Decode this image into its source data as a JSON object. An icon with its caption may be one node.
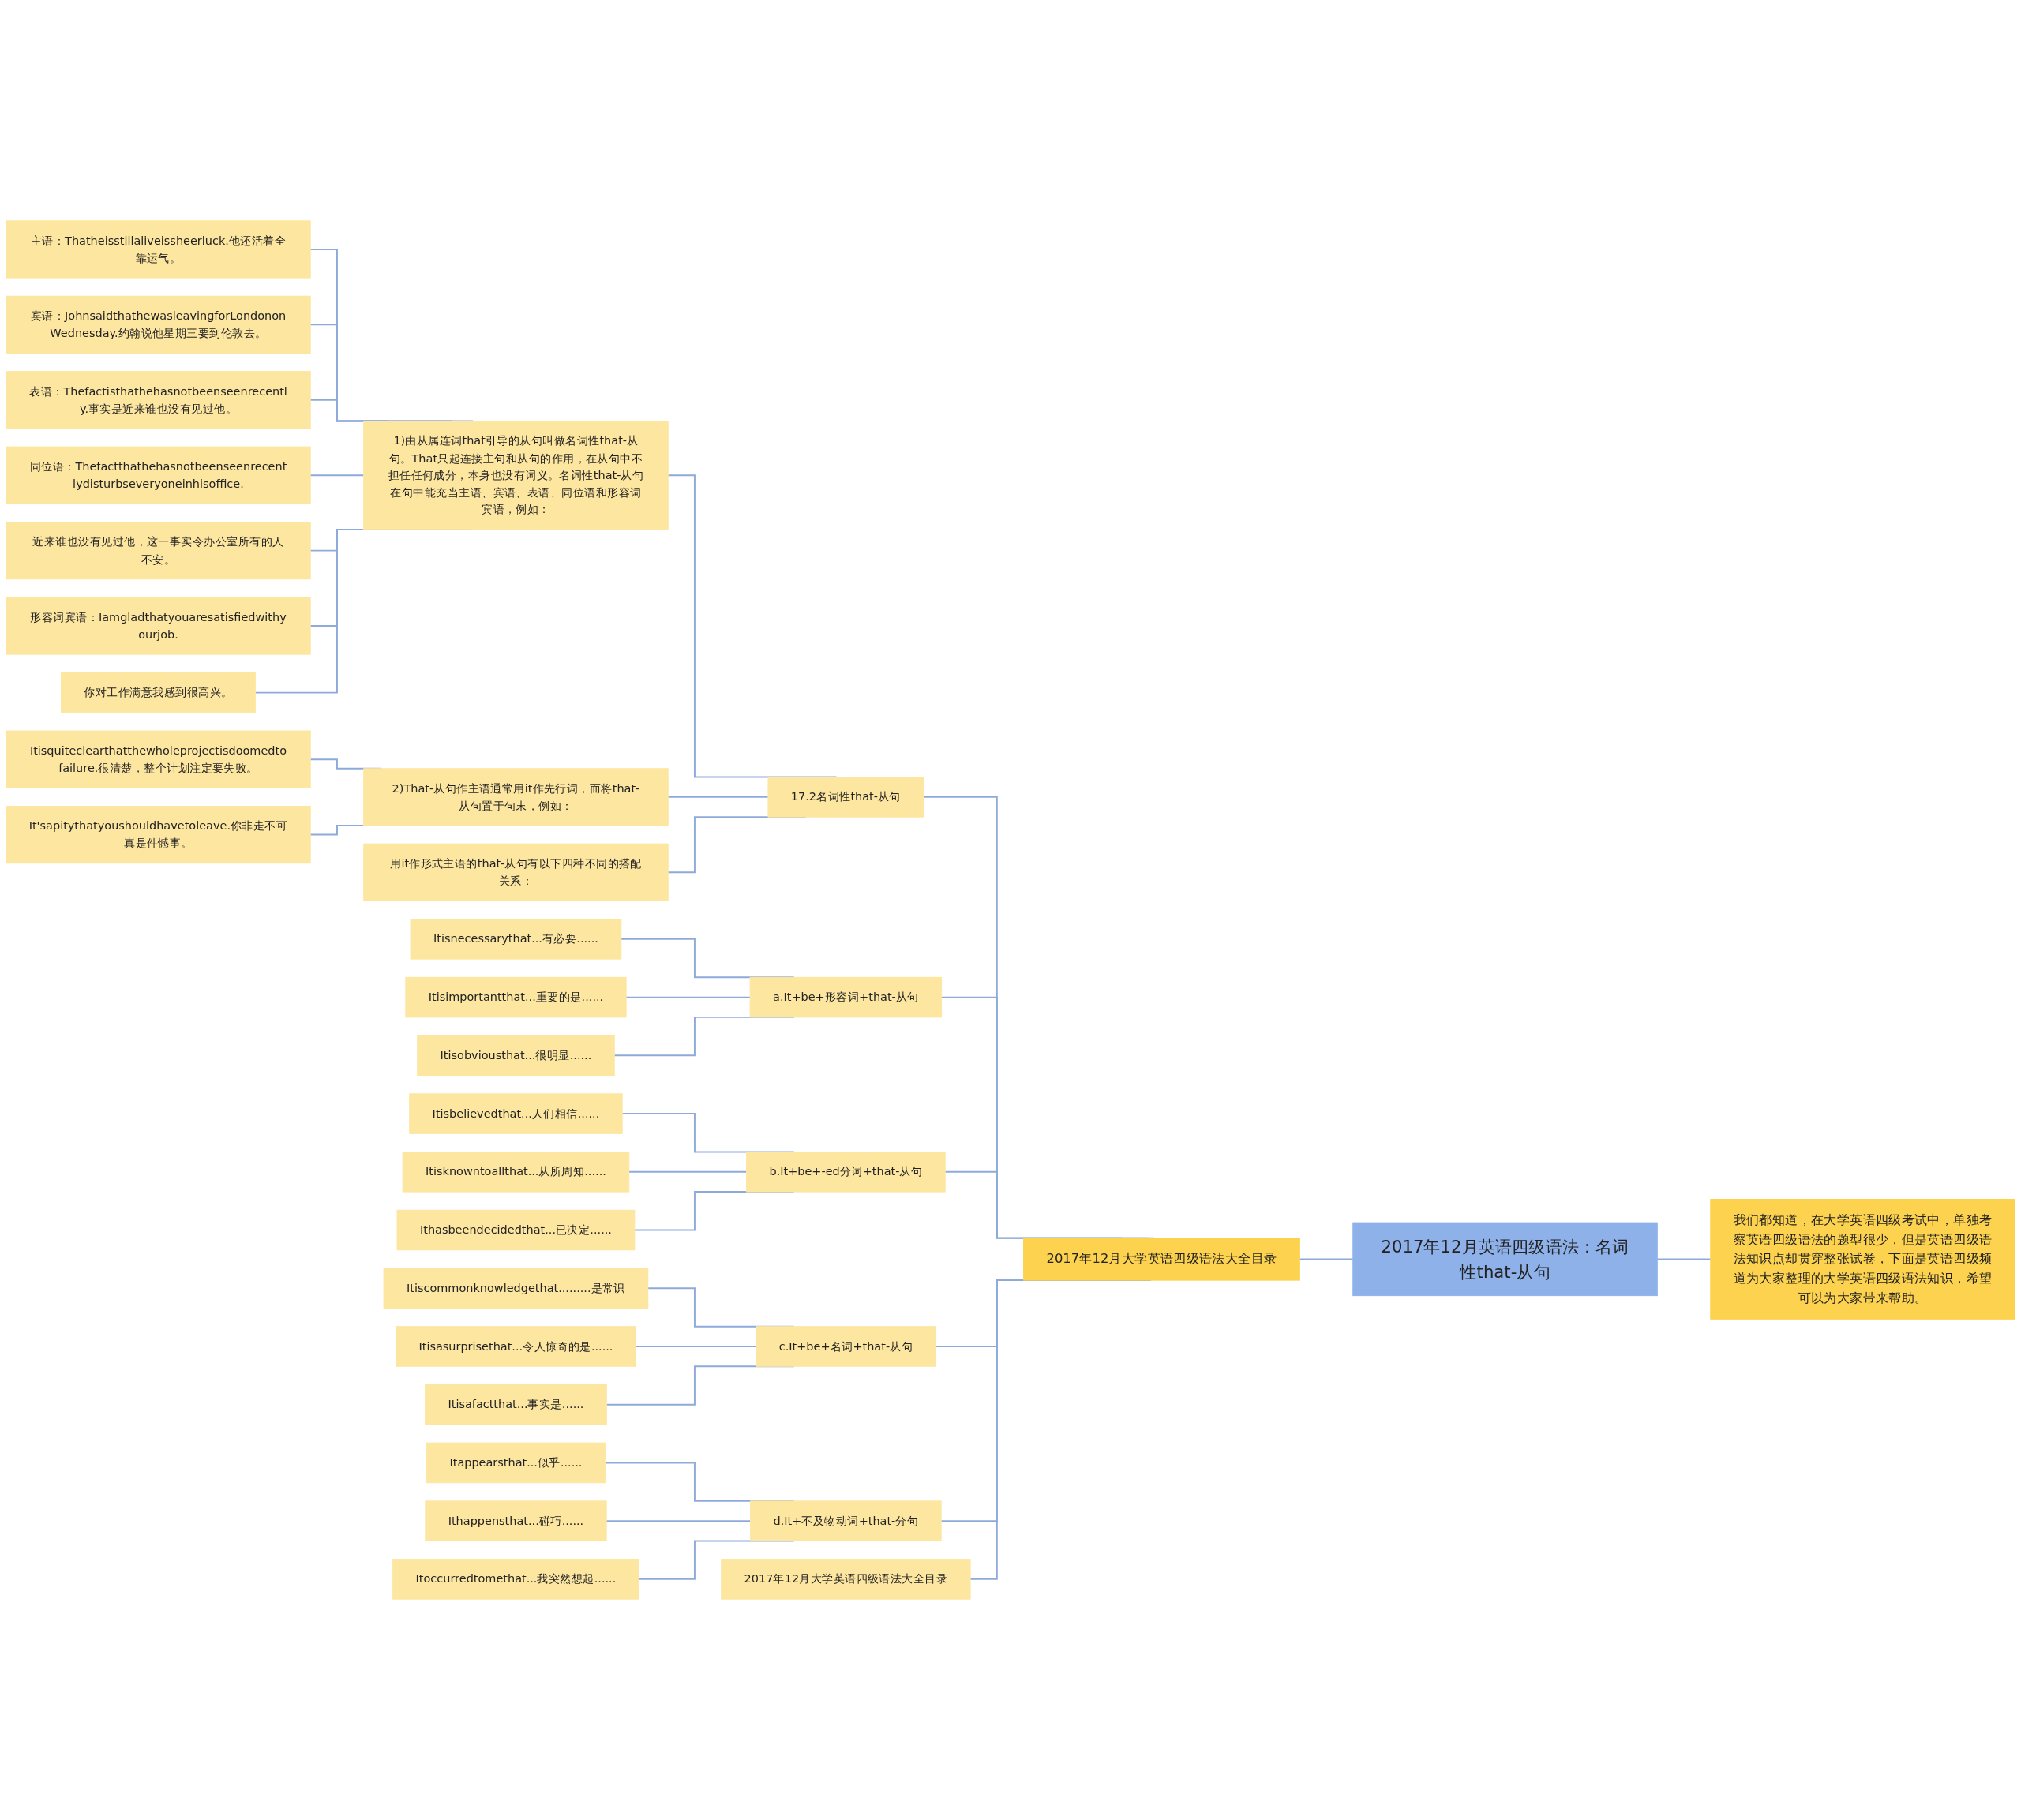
{
  "diagram": {
    "nodes": [
      {
        "text": [
          "2017年12月英语四级语法：名词性that-从句"
        ]
      },
      {
        "text": [
          "我们都知道，在大学英语四级考试中，单独考察英语四级语法的题型很少，但是英语四级语法知识点却贯穿整张试卷，下面是英语四级频道为大家整理的大学英语四级语法知识，希望可以为大家带来帮助。"
        ]
      },
      {
        "text": [
          "2017年12月大学英语四级语法大全目录"
        ]
      },
      {
        "text": [
          "17.2名词性that-从句"
        ]
      },
      {
        "text": [
          "1)由从属连词that引导的从句叫做名词性that-从句。That只起连接主句和从句的作用，在从句中不担任任何成分，本身也没有词义。名词性that-从句在句中能充当主语、宾语、表语、同位语和形容词宾语，例如："
        ]
      },
      {
        "text": [
          "主语：Thatheisstillaliveissheerluck.他还活着全靠运气。"
        ]
      },
      {
        "text": [
          "宾语：JohnsaidthathewasleavingforLondononWednesday.约翰说他星期三要到伦敦去。"
        ]
      },
      {
        "text": [
          "表语：Thefactisthathehasnotbeenseenrecently.事实是近来谁也没有见过他。"
        ]
      },
      {
        "text": [
          "同位语：Thefactthathehasnotbeenseenrecentlydisturbseveryoneinhisoffice."
        ]
      },
      {
        "text": [
          "近来谁也没有见过他，这一事实令办公室所有的人不安。"
        ]
      },
      {
        "text": [
          "形容词宾语：Iamgladthatyouaresatisfiedwithyourjob."
        ]
      },
      {
        "text": [
          "你对工作满意我感到很高兴。"
        ]
      },
      {
        "text": [
          "2)That-从句作主语通常用it作先行词，而将that-从句置于句末，例如："
        ]
      },
      {
        "text": [
          "Itisquiteclearthatthewholeprojectisdoomedtofailure.很清楚，整个计划注定要失败。"
        ]
      },
      {
        "text": [
          "It'sapitythatyoushouldhavetoleave.你非走不可真是件憾事。"
        ]
      },
      {
        "text": [
          "用it作形式主语的that-从句有以下四种不同的搭配关系："
        ]
      },
      {
        "text": [
          "a.It+be+形容词+that-从句"
        ]
      },
      {
        "text": [
          "Itisnecessarythat...有必要......"
        ]
      },
      {
        "text": [
          "Itisimportantthat...重要的是......"
        ]
      },
      {
        "text": [
          "Itisobviousthat...很明显......"
        ]
      },
      {
        "text": [
          "b.It+be+-ed分词+that-从句"
        ]
      },
      {
        "text": [
          "Itisbelievedthat...人们相信......"
        ]
      },
      {
        "text": [
          "Itisknowntoallthat...从所周知......"
        ]
      },
      {
        "text": [
          "Ithasbeendecidedthat...已决定......"
        ]
      },
      {
        "text": [
          "c.It+be+名词+that-从句"
        ]
      },
      {
        "text": [
          "Itiscommonknowledgethat.........是常识"
        ]
      },
      {
        "text": [
          "Itisasurprisethat...令人惊奇的是......"
        ]
      },
      {
        "text": [
          "Itisafactthat...事实是......"
        ]
      },
      {
        "text": [
          "d.It+不及物动词+that-分句"
        ]
      },
      {
        "text": [
          "Itappearsthat...似乎......"
        ]
      },
      {
        "text": [
          "Ithappensthat...碰巧......"
        ]
      },
      {
        "text": [
          "Itoccurredtomethat...我突然想起......"
        ]
      },
      {
        "text": [
          "2017年12月大学英语四级语法大全目录"
        ]
      }
    ],
    "edges": [
      {
        "from": 0,
        "to": 1,
        "arrow": "none"
      },
      {
        "from": 0,
        "to": 2,
        "arrow": "none"
      },
      {
        "from": 2,
        "to": 3,
        "arrow": "none"
      },
      {
        "from": 3,
        "to": 4,
        "arrow": "none"
      },
      {
        "from": 4,
        "to": 5,
        "arrow": "none"
      },
      {
        "from": 4,
        "to": 6,
        "arrow": "none"
      },
      {
        "from": 4,
        "to": 7,
        "arrow": "none"
      },
      {
        "from": 4,
        "to": 8,
        "arrow": "none"
      },
      {
        "from": 4,
        "to": 9,
        "arrow": "none"
      },
      {
        "from": 4,
        "to": 10,
        "arrow": "none"
      },
      {
        "from": 4,
        "to": 11,
        "arrow": "none"
      },
      {
        "from": 3,
        "to": 12,
        "arrow": "none"
      },
      {
        "from": 12,
        "to": 13,
        "arrow": "none"
      },
      {
        "from": 12,
        "to": 14,
        "arrow": "none"
      },
      {
        "from": 3,
        "to": 15,
        "arrow": "none"
      },
      {
        "from": 2,
        "to": 16,
        "arrow": "none"
      },
      {
        "from": 16,
        "to": 17,
        "arrow": "none"
      },
      {
        "from": 16,
        "to": 18,
        "arrow": "none"
      },
      {
        "from": 16,
        "to": 19,
        "arrow": "none"
      },
      {
        "from": 2,
        "to": 20,
        "arrow": "none"
      },
      {
        "from": 20,
        "to": 21,
        "arrow": "none"
      },
      {
        "from": 20,
        "to": 22,
        "arrow": "none"
      },
      {
        "from": 20,
        "to": 23,
        "arrow": "none"
      },
      {
        "from": 2,
        "to": 24,
        "arrow": "none"
      },
      {
        "from": 24,
        "to": 25,
        "arrow": "none"
      },
      {
        "from": 24,
        "to": 26,
        "arrow": "none"
      },
      {
        "from": 24,
        "to": 27,
        "arrow": "none"
      },
      {
        "from": 2,
        "to": 28,
        "arrow": "none"
      },
      {
        "from": 28,
        "to": 29,
        "arrow": "none"
      },
      {
        "from": 28,
        "to": 30,
        "arrow": "none"
      },
      {
        "from": 28,
        "to": 31,
        "arrow": "none"
      },
      {
        "from": 2,
        "to": 32,
        "arrow": "none"
      }
    ]
  }
}
